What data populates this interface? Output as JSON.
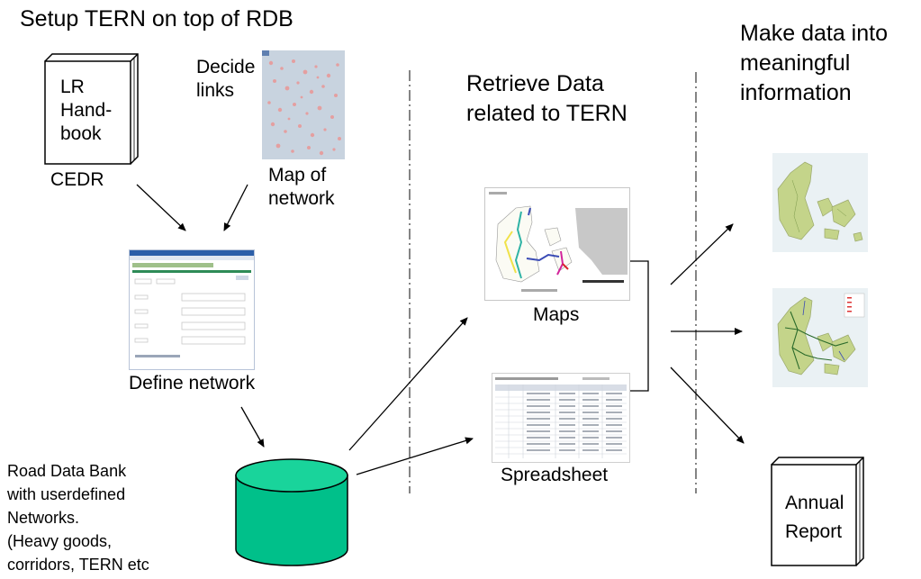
{
  "sections": {
    "setup": {
      "title": "Setup TERN on top of RDB"
    },
    "retrieve": {
      "title_line1": "Retrieve Data",
      "title_line2": "related to TERN"
    },
    "make": {
      "title_line1": "Make data into",
      "title_line2": "meaningful",
      "title_line3": "information"
    }
  },
  "handbook": {
    "line1": "LR",
    "line2": "Hand-",
    "line3": "book",
    "caption": "CEDR"
  },
  "decide_links": {
    "line1": "Decide",
    "line2": "links"
  },
  "network_map": {
    "caption_line1": "Map of",
    "caption_line2": "network"
  },
  "define_network": {
    "caption": "Define network"
  },
  "road_data_bank": {
    "line1": "Road Data Bank",
    "line2": "with userdefined",
    "line3": "Networks.",
    "line4": "(Heavy goods,",
    "line5": "corridors, TERN etc"
  },
  "maps": {
    "caption": "Maps"
  },
  "spreadsheet": {
    "caption": "Spreadsheet"
  },
  "annual_report": {
    "line1": "Annual",
    "line2": "Report"
  },
  "colors": {
    "database": "#00c08a",
    "database_top": "#19d49b",
    "map_land": "#c7d68f",
    "map_sea": "#eaf1f4"
  }
}
